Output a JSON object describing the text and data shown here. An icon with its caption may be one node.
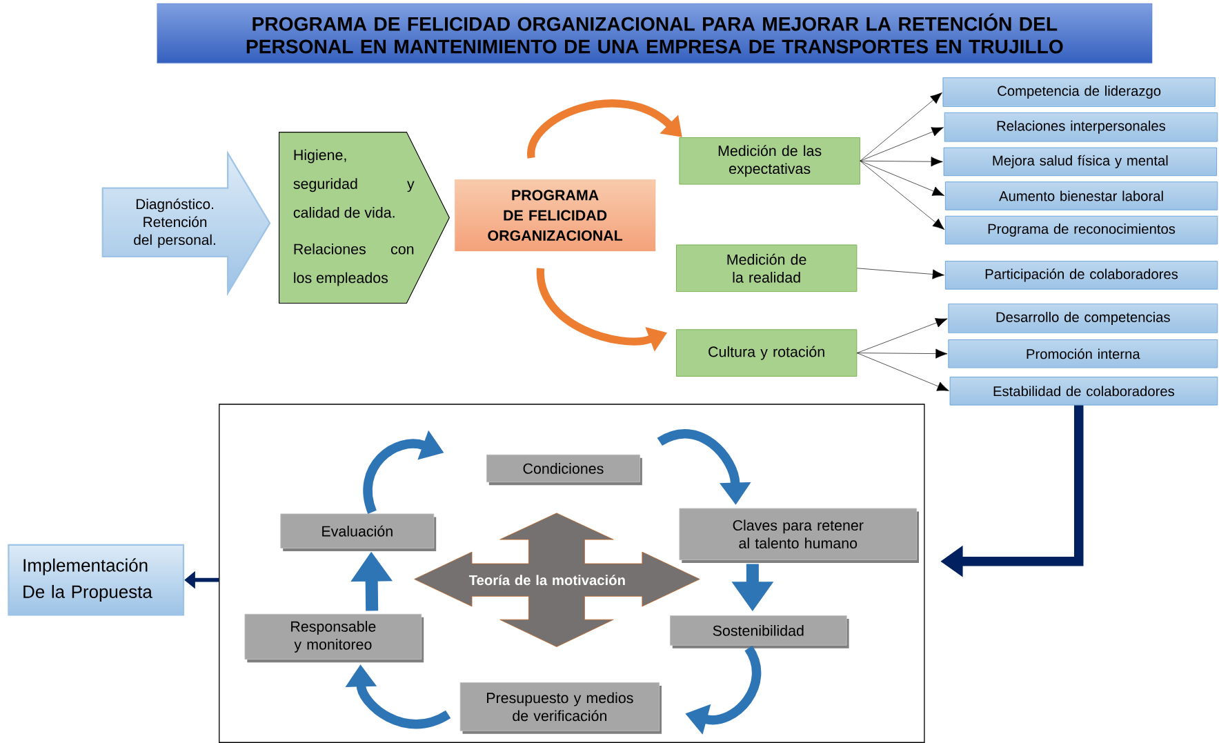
{
  "diagram": {
    "title": "PROGRAMA DE FELICIDAD ORGANIZACIONAL PARA MEJORAR LA RETENCIÓN DEL PERSONAL EN MANTENIMIENTO DE UNA EMPRESA DE TRANSPORTES EN TRUJILLO",
    "nodes": [
      {
        "text": [
          "Diagnóstico. Retención del personal."
        ]
      },
      {
        "text": [
          "Higiene, seguridad y calidad de vida.",
          "Relaciones con los empleados"
        ]
      },
      {
        "text": [
          "PROGRAMA DE FELICIDAD ORGANIZACIONAL"
        ]
      },
      {
        "text": [
          "Medición de las expectativas"
        ]
      },
      {
        "text": [
          "Medición de la realidad"
        ]
      },
      {
        "text": [
          "Cultura y rotación"
        ]
      },
      {
        "text": [
          "Competencia de liderazgo"
        ]
      },
      {
        "text": [
          "Relaciones interpersonales"
        ]
      },
      {
        "text": [
          "Mejora salud física y mental"
        ]
      },
      {
        "text": [
          "Aumento bienestar laboral"
        ]
      },
      {
        "text": [
          "Programa de reconocimientos"
        ]
      },
      {
        "text": [
          "Participación de colaboradores"
        ]
      },
      {
        "text": [
          "Desarrollo de competencias"
        ]
      },
      {
        "text": [
          "Promoción interna"
        ]
      },
      {
        "text": [
          "Estabilidad de colaboradores"
        ]
      },
      {
        "text": [],
        "shape": "box"
      },
      {
        "text": [
          "Condiciones"
        ],
        "in": 15
      },
      {
        "text": [
          "Evaluación"
        ],
        "in": 15
      },
      {
        "text": [
          "Claves para retener al talento humano"
        ],
        "in": 15
      },
      {
        "text": [
          "Teoría de la motivación"
        ],
        "in": 15
      },
      {
        "text": [
          "Responsable y monitoreo"
        ],
        "in": 15
      },
      {
        "text": [
          "Sostenibilidad"
        ],
        "in": 15
      },
      {
        "text": [
          "Presupuesto y medios de verificación"
        ],
        "in": 15
      },
      {
        "text": [
          "Implementación De la Propuesta"
        ]
      }
    ],
    "edges": [
      {
        "from": 2,
        "to": 3,
        "arrow": "to",
        "style": "thick",
        "color": "#ed7d31"
      },
      {
        "from": 2,
        "to": 5,
        "arrow": "to",
        "style": "thick",
        "color": "#ed7d31"
      },
      {
        "from": 3,
        "to": 6,
        "arrow": "to"
      },
      {
        "from": 3,
        "to": 7,
        "arrow": "to"
      },
      {
        "from": 3,
        "to": 8,
        "arrow": "to"
      },
      {
        "from": 3,
        "to": 9,
        "arrow": "to"
      },
      {
        "from": 3,
        "to": 10,
        "arrow": "to"
      },
      {
        "from": 4,
        "to": 11,
        "arrow": "to"
      },
      {
        "from": 5,
        "to": 12,
        "arrow": "to"
      },
      {
        "from": 5,
        "to": 13,
        "arrow": "to"
      },
      {
        "from": 5,
        "to": 14,
        "arrow": "to"
      },
      {
        "from": 14,
        "to": 15,
        "arrow": "to",
        "style": "thick",
        "color": "#002060"
      },
      {
        "from": 15,
        "to": 23,
        "arrow": "to",
        "color": "#002060"
      },
      {
        "from": 17,
        "to": 16,
        "arrow": "to",
        "style": "thick",
        "color": "#2e75b6"
      },
      {
        "from": 16,
        "to": 18,
        "arrow": "to",
        "style": "thick",
        "color": "#2e75b6"
      },
      {
        "from": 18,
        "to": 21,
        "arrow": "to",
        "style": "thick",
        "color": "#2e75b6"
      },
      {
        "from": 21,
        "to": 22,
        "arrow": "to",
        "style": "thick",
        "color": "#2e75b6"
      },
      {
        "from": 22,
        "to": 20,
        "arrow": "to",
        "style": "thick",
        "color": "#2e75b6"
      },
      {
        "from": 20,
        "to": 17,
        "arrow": "to",
        "style": "thick",
        "color": "#2e75b6"
      }
    ]
  }
}
